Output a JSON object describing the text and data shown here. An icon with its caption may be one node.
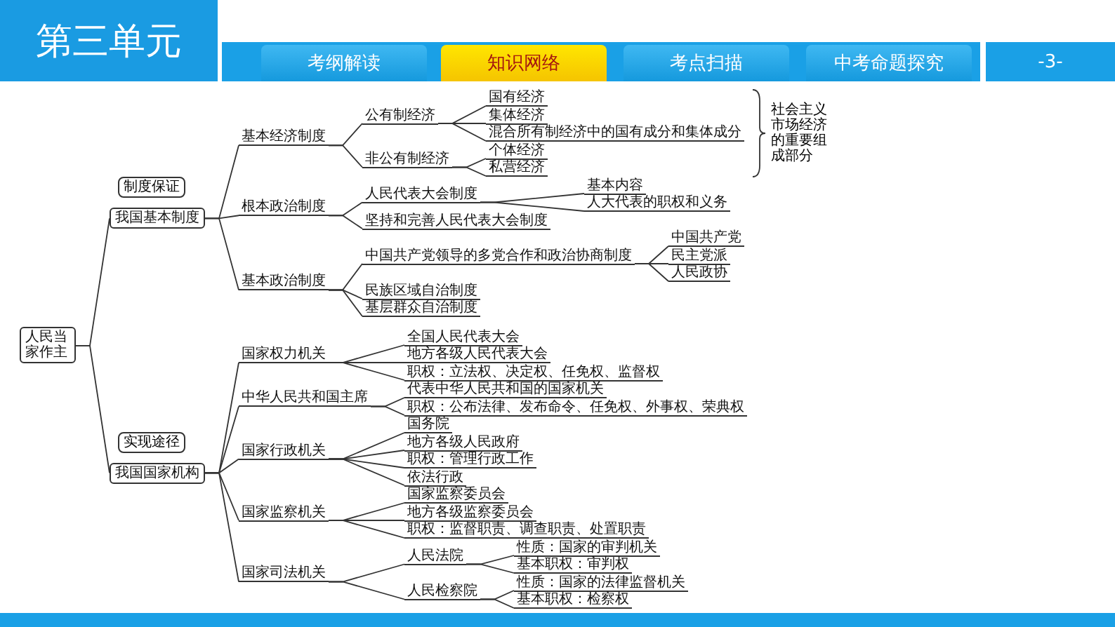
{
  "diagram": {
    "title": "第三单元",
    "nodes": [
      {
        "text": [
          "人民当家作主"
        ]
      },
      {
        "text": [
          "我国基本制度"
        ],
        "beside": [
          "制度保证"
        ]
      },
      {
        "text": [
          "基本经济制度"
        ]
      },
      {
        "text": [
          "公有制经济"
        ]
      },
      {
        "text": [
          "国有经济"
        ]
      },
      {
        "text": [
          "集体经济"
        ]
      },
      {
        "text": [
          "混合所有制经济中的国有成分和集体成分"
        ]
      },
      {
        "text": [
          "非公有制经济"
        ]
      },
      {
        "text": [
          "个体经济"
        ]
      },
      {
        "text": [
          "私营经济"
        ]
      },
      {
        "text": [
          "根本政治制度"
        ]
      },
      {
        "text": [
          "人民代表大会制度"
        ]
      },
      {
        "text": [
          "基本内容"
        ]
      },
      {
        "text": [
          "人大代表的职权和义务"
        ]
      },
      {
        "text": [
          "坚持和完善人民代表大会制度"
        ]
      },
      {
        "text": [
          "基本政治制度"
        ]
      },
      {
        "text": [
          "中国共产党领导的多党合作和政治协商制度"
        ]
      },
      {
        "text": [
          "中国共产党"
        ]
      },
      {
        "text": [
          "民主党派"
        ]
      },
      {
        "text": [
          "人民政协"
        ]
      },
      {
        "text": [
          "民族区域自治制度"
        ]
      },
      {
        "text": [
          "基层群众自治制度"
        ]
      },
      {
        "text": [
          "我国国家机构"
        ],
        "beside": [
          "实现途径"
        ]
      },
      {
        "text": [
          "国家权力机关"
        ]
      },
      {
        "text": [
          "全国人民代表大会"
        ]
      },
      {
        "text": [
          "地方各级人民代表大会"
        ]
      },
      {
        "text": [
          "职权：立法权、决定权、任免权、监督权"
        ]
      },
      {
        "text": [
          "中华人民共和国主席"
        ]
      },
      {
        "text": [
          "代表中华人民共和国的国家机关"
        ]
      },
      {
        "text": [
          "职权：公布法律、发布命令、任免权、外事权、荣典权"
        ]
      },
      {
        "text": [
          "国家行政机关"
        ]
      },
      {
        "text": [
          "国务院"
        ]
      },
      {
        "text": [
          "地方各级人民政府"
        ]
      },
      {
        "text": [
          "职权：管理行政工作"
        ]
      },
      {
        "text": [
          "依法行政"
        ]
      },
      {
        "text": [
          "国家监察机关"
        ]
      },
      {
        "text": [
          "国家监察委员会"
        ]
      },
      {
        "text": [
          "地方各级监察委员会"
        ]
      },
      {
        "text": [
          "职权：监督职责、调查职责、处置职责"
        ]
      },
      {
        "text": [
          "国家司法机关"
        ]
      },
      {
        "text": [
          "人民法院"
        ]
      },
      {
        "text": [
          "性质：国家的审判机关"
        ]
      },
      {
        "text": [
          "基本职权：审判权"
        ]
      },
      {
        "text": [
          "人民检察院"
        ]
      },
      {
        "text": [
          "性质：国家的法律监督机关"
        ]
      },
      {
        "text": [
          "基本职权：检察权"
        ]
      }
    ],
    "edges": [
      {
        "from": 0,
        "to": 1,
        "arrow": "none"
      },
      {
        "from": 0,
        "to": 22,
        "arrow": "none"
      },
      {
        "from": 1,
        "to": 2,
        "arrow": "none"
      },
      {
        "from": 1,
        "to": 10,
        "arrow": "none"
      },
      {
        "from": 1,
        "to": 15,
        "arrow": "none"
      },
      {
        "from": 2,
        "to": 3,
        "arrow": "none"
      },
      {
        "from": 2,
        "to": 7,
        "arrow": "none"
      },
      {
        "from": 3,
        "to": 4,
        "arrow": "none"
      },
      {
        "from": 3,
        "to": 5,
        "arrow": "none"
      },
      {
        "from": 3,
        "to": 6,
        "arrow": "none"
      },
      {
        "from": 7,
        "to": 8,
        "arrow": "none"
      },
      {
        "from": 7,
        "to": 9,
        "arrow": "none"
      },
      {
        "from": 10,
        "to": 11,
        "arrow": "none"
      },
      {
        "from": 10,
        "to": 14,
        "arrow": "none"
      },
      {
        "from": 11,
        "to": 12,
        "arrow": "none"
      },
      {
        "from": 11,
        "to": 13,
        "arrow": "none"
      },
      {
        "from": 15,
        "to": 16,
        "arrow": "none"
      },
      {
        "from": 15,
        "to": 20,
        "arrow": "none"
      },
      {
        "from": 15,
        "to": 21,
        "arrow": "none"
      },
      {
        "from": 16,
        "to": 17,
        "arrow": "none"
      },
      {
        "from": 16,
        "to": 18,
        "arrow": "none"
      },
      {
        "from": 16,
        "to": 19,
        "arrow": "none"
      },
      {
        "from": 22,
        "to": 23,
        "arrow": "none"
      },
      {
        "from": 22,
        "to": 27,
        "arrow": "none"
      },
      {
        "from": 22,
        "to": 30,
        "arrow": "none"
      },
      {
        "from": 22,
        "to": 35,
        "arrow": "none"
      },
      {
        "from": 22,
        "to": 39,
        "arrow": "none"
      },
      {
        "from": 23,
        "to": 24,
        "arrow": "none"
      },
      {
        "from": 23,
        "to": 25,
        "arrow": "none"
      },
      {
        "from": 23,
        "to": 26,
        "arrow": "none"
      },
      {
        "from": 27,
        "to": 28,
        "arrow": "none"
      },
      {
        "from": 27,
        "to": 29,
        "arrow": "none"
      },
      {
        "from": 30,
        "to": 31,
        "arrow": "none"
      },
      {
        "from": 30,
        "to": 32,
        "arrow": "none"
      },
      {
        "from": 30,
        "to": 33,
        "arrow": "none"
      },
      {
        "from": 30,
        "to": 34,
        "arrow": "none"
      },
      {
        "from": 35,
        "to": 36,
        "arrow": "none"
      },
      {
        "from": 35,
        "to": 37,
        "arrow": "none"
      },
      {
        "from": 35,
        "to": 38,
        "arrow": "none"
      },
      {
        "from": 39,
        "to": 40,
        "arrow": "none"
      },
      {
        "from": 39,
        "to": 43,
        "arrow": "none"
      },
      {
        "from": 40,
        "to": 41,
        "arrow": "none"
      },
      {
        "from": 40,
        "to": 42,
        "arrow": "none"
      },
      {
        "from": 43,
        "to": 44,
        "arrow": "none"
      },
      {
        "from": 43,
        "to": 45,
        "arrow": "none"
      }
    ],
    "labels": [
      "考纲解读",
      "知识网络",
      "考点扫描",
      "中考命题探究",
      "-3-",
      "社会主义市场经济的重要组成部分"
    ]
  }
}
